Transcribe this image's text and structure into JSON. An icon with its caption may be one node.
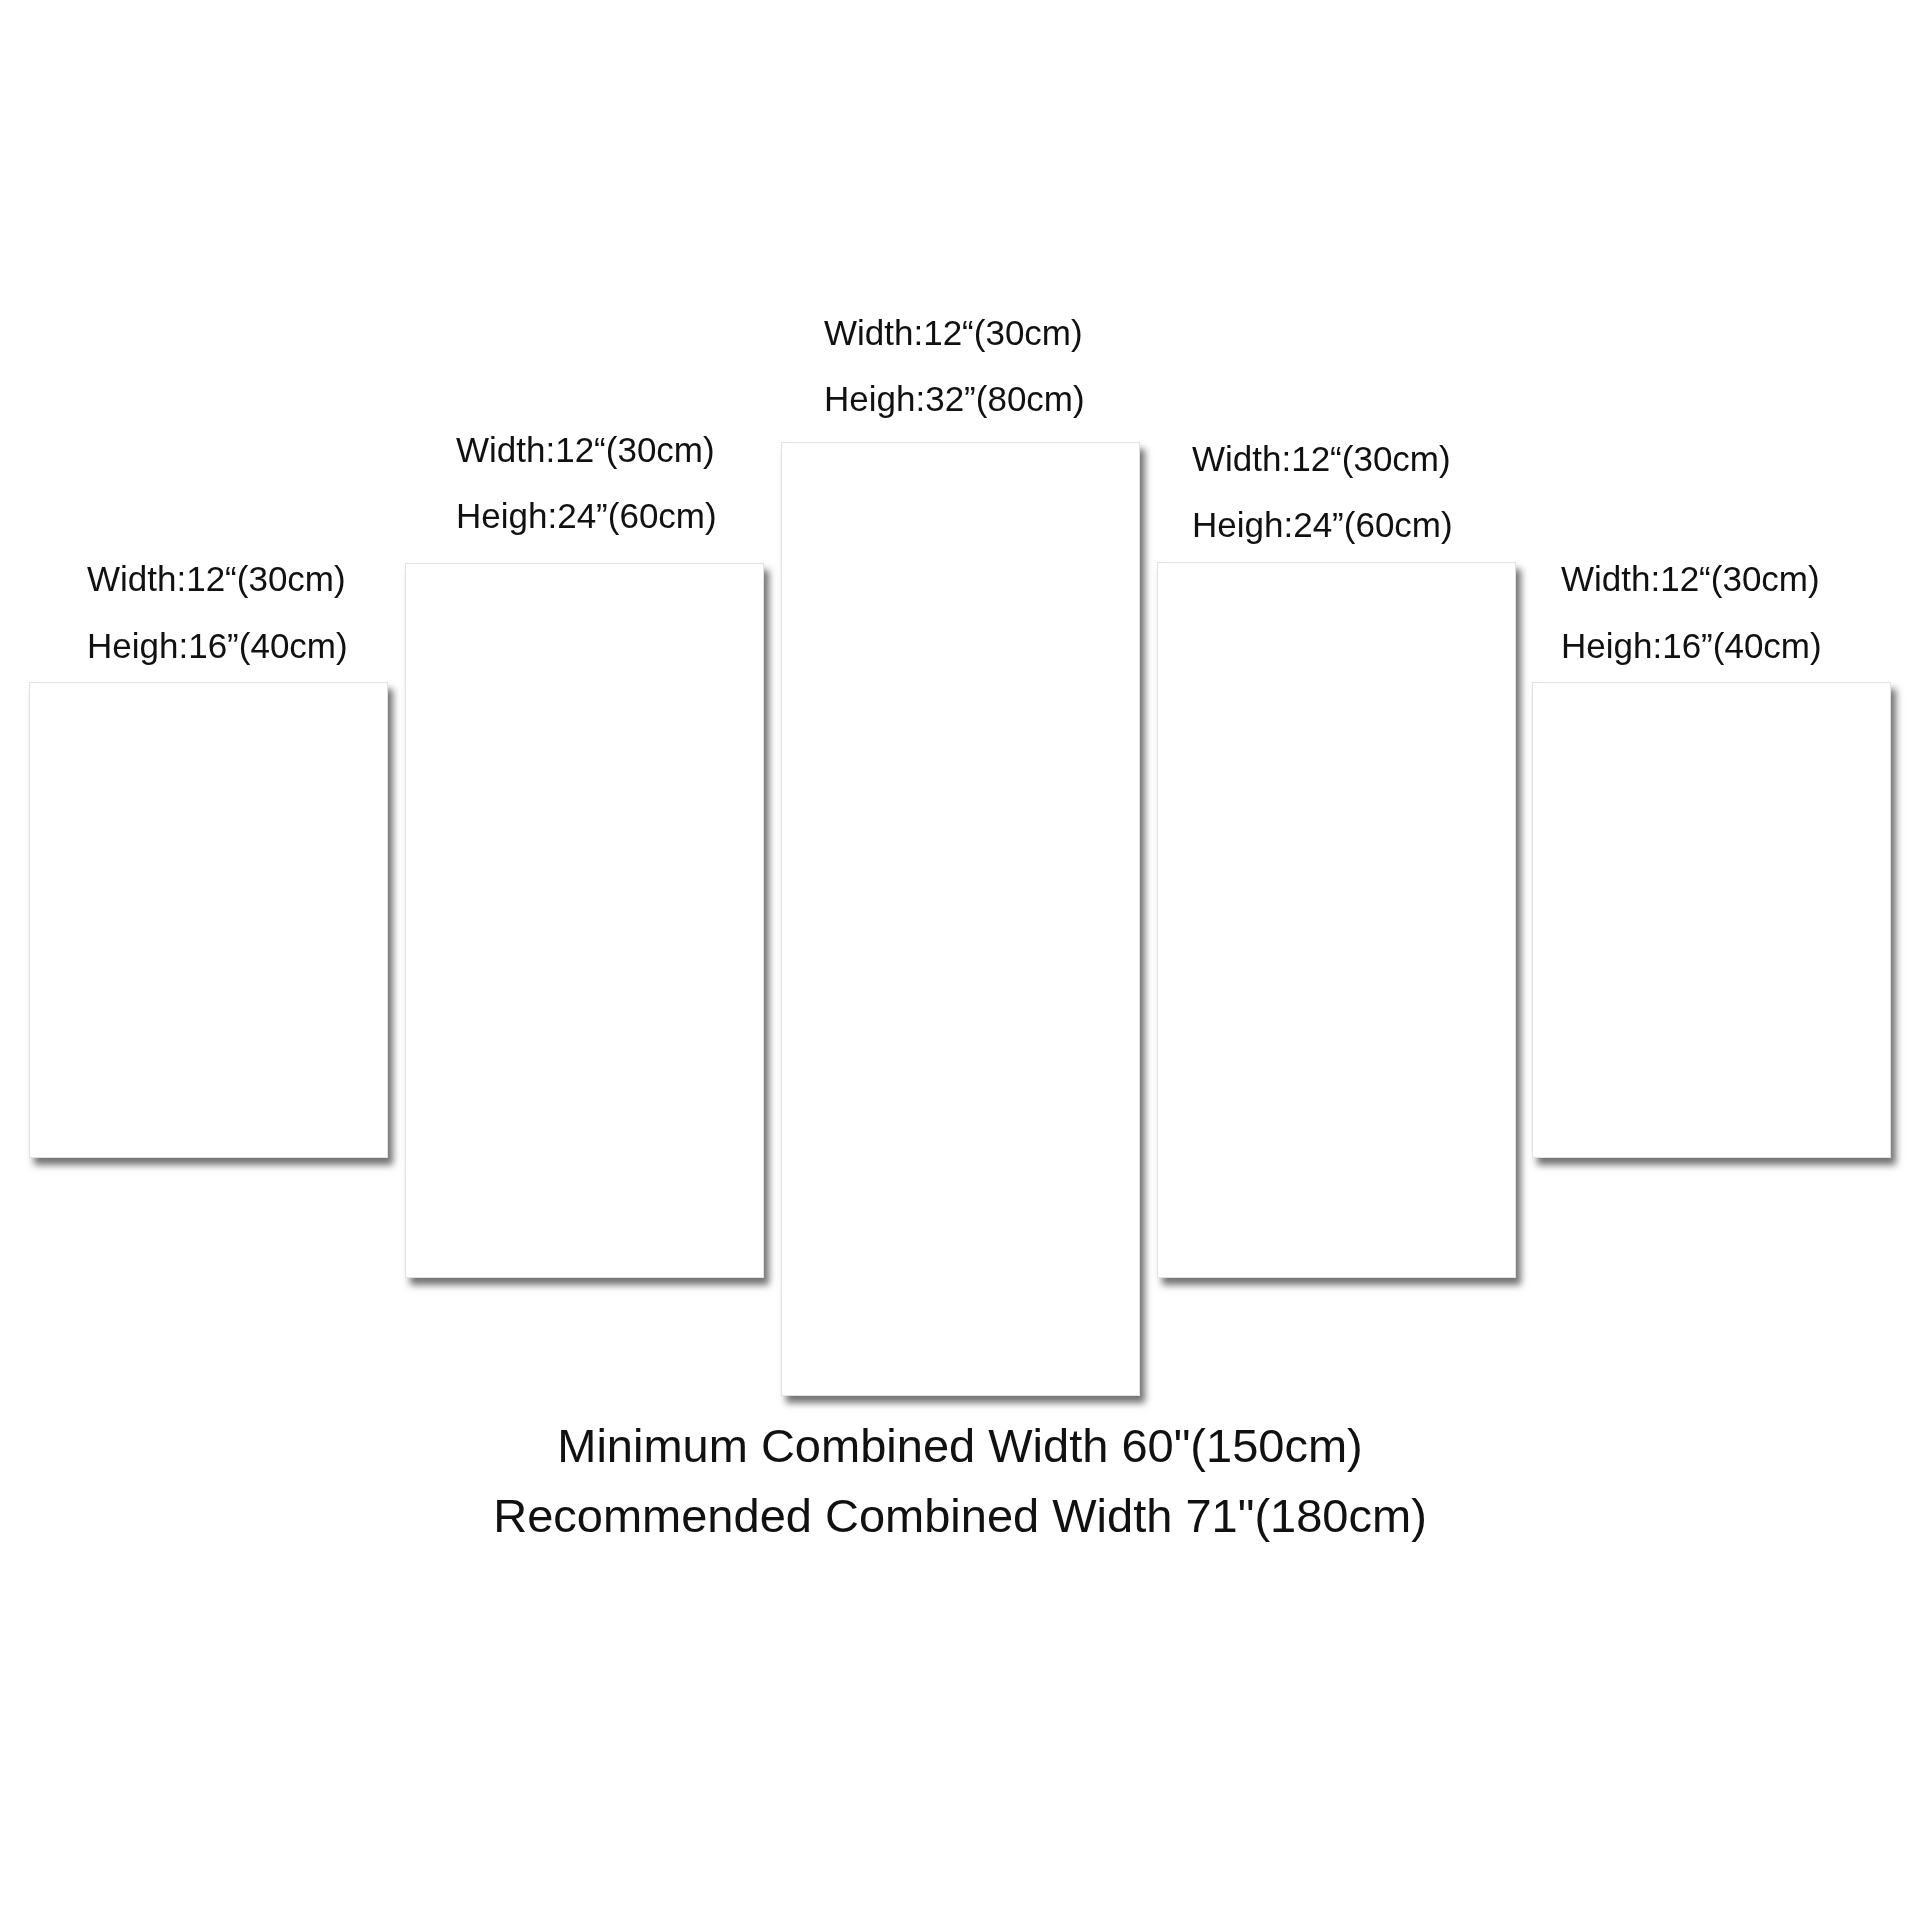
{
  "diagram": {
    "nodes": [
      {
        "text": [
          "Width:12“(30cm)",
          "Heigh:16”(40cm)"
        ]
      },
      {
        "text": [
          "Width:12“(30cm)",
          "Heigh:24”(60cm)"
        ]
      },
      {
        "text": [
          "Width:12“(30cm)",
          "Heigh:32”(80cm)"
        ]
      },
      {
        "text": [
          "Width:12“(30cm)",
          "Heigh:24”(60cm)"
        ]
      },
      {
        "text": [
          "Width:12“(30cm)",
          "Heigh:16”(40cm)"
        ]
      }
    ],
    "labels": [
      "Minimum Combined Width 60\"(150cm)",
      "Recommended Combined Width 71\"(180cm)"
    ]
  }
}
